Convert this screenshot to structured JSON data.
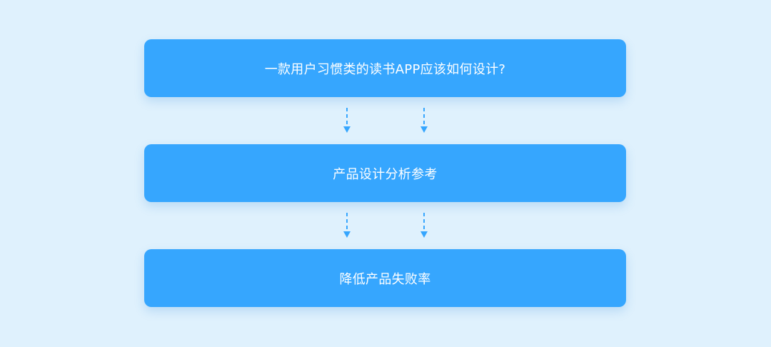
{
  "flow": {
    "steps": [
      {
        "label": "一款用户习惯类的读书APP应该如何设计?"
      },
      {
        "label": "产品设计分析参考"
      },
      {
        "label": "降低产品失败率"
      }
    ],
    "connectors": [
      {
        "from": 0,
        "to": 1,
        "count": 2,
        "style": "dashed-arrow-down"
      },
      {
        "from": 1,
        "to": 2,
        "count": 2,
        "style": "dashed-arrow-down"
      }
    ]
  },
  "colors": {
    "background": "#dff1fd",
    "box": "#36a6fe",
    "text": "#ffffff",
    "arrow": "#36a6fe"
  }
}
